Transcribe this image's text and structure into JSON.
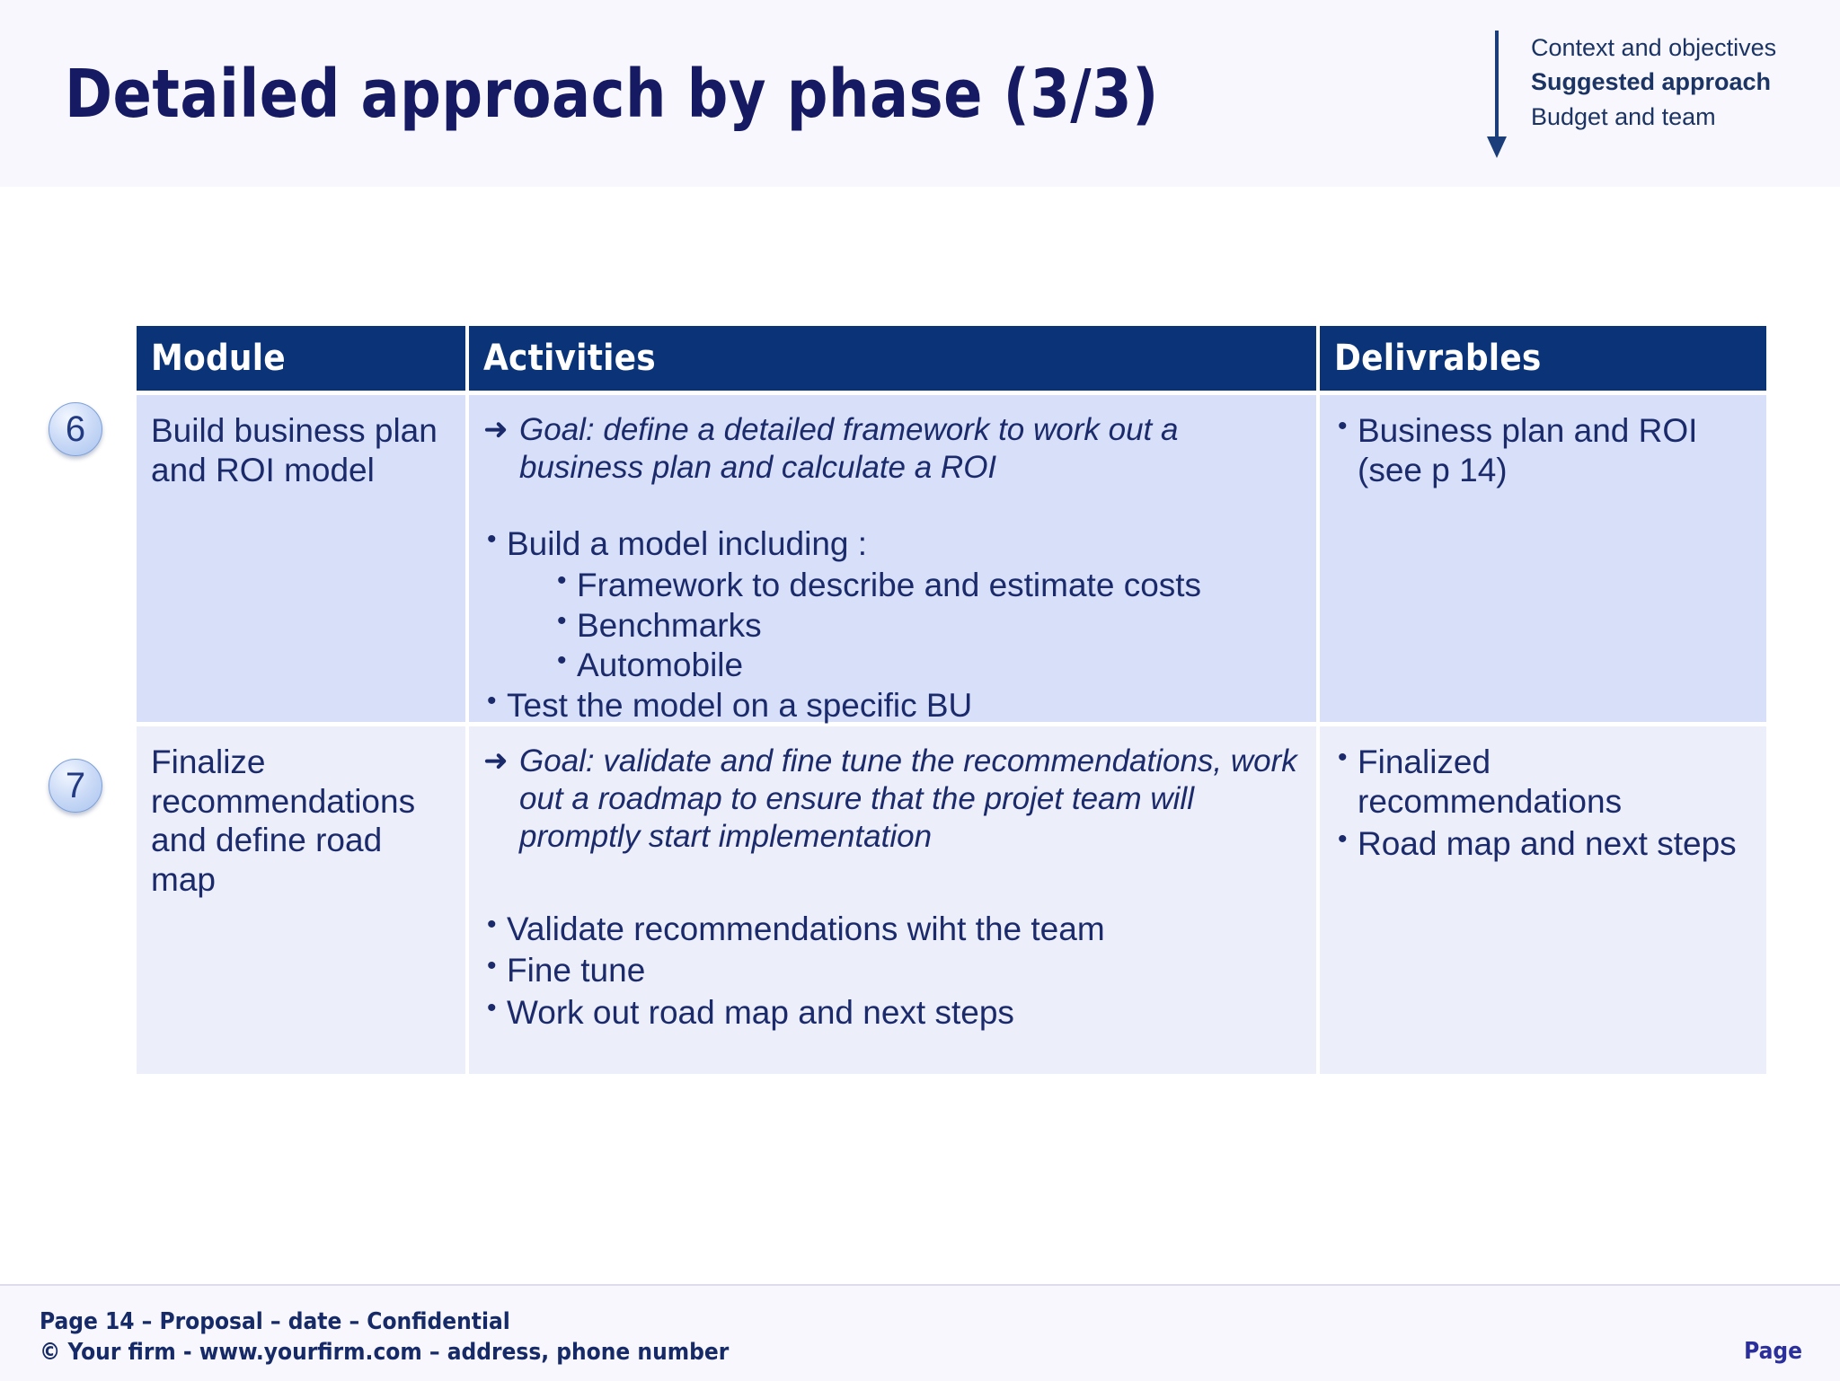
{
  "slide": {
    "title": "Detailed approach by phase (3/3)",
    "accent_dark": "#0b3478",
    "accent_navy": "#151a63",
    "row_a_bg": "#d7e0f8",
    "row_b_bg": "#eceefa",
    "band_bg": "#f8f7fd"
  },
  "agenda": {
    "arrow_icon": "down-arrow-icon",
    "items": [
      {
        "label": "Context and objectives",
        "current": false
      },
      {
        "label": "Suggested approach",
        "current": true
      },
      {
        "label": "Budget and team",
        "current": false
      }
    ]
  },
  "table": {
    "headers": {
      "module": "Module",
      "activities": "Activities",
      "deliverables": "Delivrables"
    },
    "rows": [
      {
        "number": "6",
        "module": "Build business plan and ROI model",
        "goal": {
          "icon": "➜",
          "text": "Goal: define a detailed framework to work out a business plan and calculate a ROI"
        },
        "bullets": [
          "Build a model including :"
        ],
        "sub_bullets": [
          "Framework to describe and estimate costs",
          "Benchmarks",
          "Automobile"
        ],
        "bullets_after": [
          "Test the model on a specific BU"
        ],
        "deliverables": [
          "Business plan and ROI (see p 14)"
        ]
      },
      {
        "number": "7",
        "module": "Finalize recommendations and define road map",
        "goal": {
          "icon": "➜",
          "text": "Goal: validate and fine tune the recommendations, work out a roadmap to ensure that the projet team will promptly start implementation"
        },
        "bullets": [
          "Validate recommendations wiht the team",
          "Fine tune",
          "Work out road map and next steps"
        ],
        "sub_bullets": [],
        "bullets_after": [],
        "deliverables": [
          "Finalized recommendations",
          "Road map and next steps"
        ]
      }
    ]
  },
  "footer": {
    "line1": "Page 14 – Proposal – date – Confidential",
    "line2": "© Your firm - www.yourfirm.com – address, phone number",
    "page_label": "Page"
  }
}
